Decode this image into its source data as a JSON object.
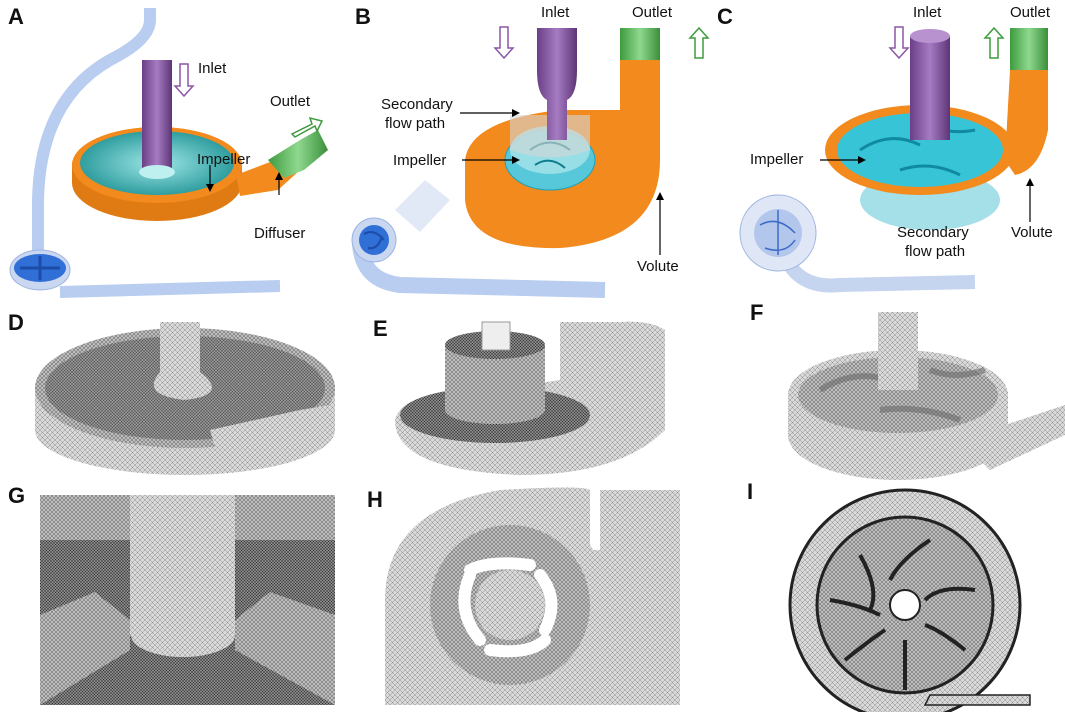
{
  "panels": {
    "A": "A",
    "B": "B",
    "C": "C",
    "D": "D",
    "E": "E",
    "F": "F",
    "G": "G",
    "H": "H",
    "I": "I"
  },
  "labels": {
    "a_inlet": "Inlet",
    "a_outlet": "Outlet",
    "a_impeller": "Impeller",
    "a_diffuser": "Diffuser",
    "b_inlet": "Inlet",
    "b_outlet": "Outlet",
    "b_secondary_1": "Secondary",
    "b_secondary_2": "flow path",
    "b_impeller": "Impeller",
    "b_volute": "Volute",
    "c_inlet": "Inlet",
    "c_outlet": "Outlet",
    "c_impeller": "Impeller",
    "c_secondary_1": "Secondary",
    "c_secondary_2": "flow path",
    "c_volute": "Volute"
  },
  "colors": {
    "inlet_purple": "#8a56a6",
    "outlet_green": "#5cb85c",
    "volute_orange": "#f28a1e",
    "impeller_teal": "#1aa3a3",
    "impeller_cyan": "#36c4d6",
    "pipe_blue": "#b8cdef",
    "mesh_gray": "#8c8c8c"
  }
}
